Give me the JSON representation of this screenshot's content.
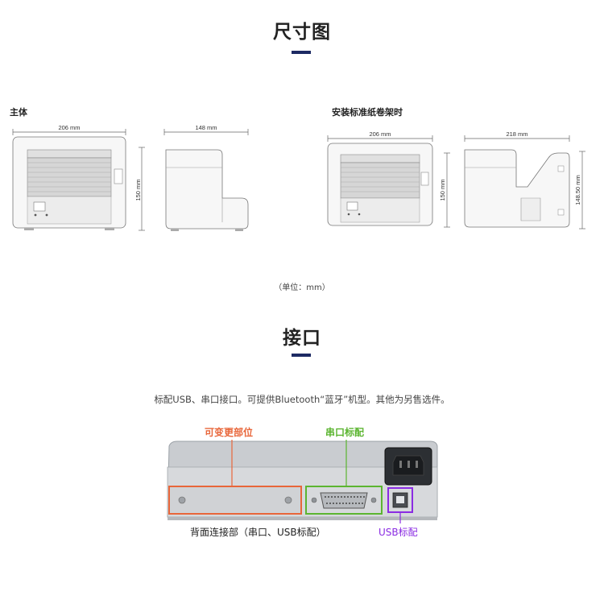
{
  "sections": {
    "dimensions": {
      "title": "尺寸图",
      "main_body_label": "主体",
      "with_holder_label": "安装标准纸卷架时",
      "dims": {
        "body_front_width": "206 mm",
        "body_side_depth": "148 mm",
        "body_height": "150 mm",
        "holder_front_width": "206 mm",
        "holder_side_depth": "218 mm",
        "holder_height_front": "150 mm",
        "holder_height_side": "148.50 mm"
      },
      "unit_note": "（单位：mm）"
    },
    "interface": {
      "title": "接口",
      "description": "标配USB、串口接口。可提供Bluetooth“蓝牙”机型。其他为另售选件。",
      "callouts": {
        "variable_part": "可变更部位",
        "serial_standard": "串口标配",
        "usb_standard": "USB标配",
        "rear_connector": "背面连接部（串口、USB标配）"
      },
      "colors": {
        "variable_part": "#e8663a",
        "serial_standard": "#5cb531",
        "usb_standard": "#8a2be2",
        "title_bar": "#1d2a63"
      }
    }
  }
}
